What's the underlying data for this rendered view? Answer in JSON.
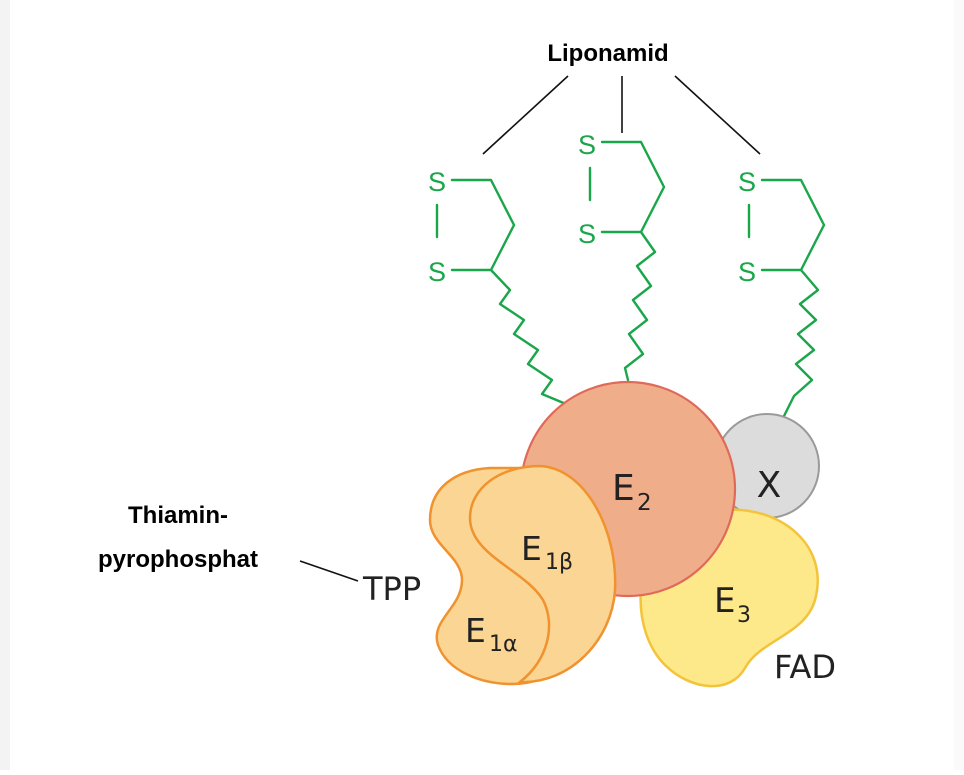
{
  "labels": {
    "lipoamide": "Liponamid",
    "thiamin_line1": "Thiamin-",
    "thiamin_line2": "pyrophosphat",
    "tpp": "TPP",
    "fad": "FAD"
  },
  "sulfur_symbol": "S",
  "subunits": {
    "e2": {
      "letter": "E",
      "sub": "2"
    },
    "x": {
      "letter": "X"
    },
    "e1b": {
      "letter": "E",
      "sub": "1β"
    },
    "e1a": {
      "letter": "E",
      "sub": "1α"
    },
    "e3": {
      "letter": "E",
      "sub": "3"
    }
  },
  "colors": {
    "lipoamide_green": "#1aa64a",
    "e2_fill": "#f0ad8a",
    "e2_stroke": "#e06a5a",
    "x_fill": "#dcdcdc",
    "x_stroke": "#9a9a9a",
    "e1_fill": "#fad594",
    "e1_stroke": "#f0922e",
    "e3_fill": "#fde88a",
    "e3_stroke": "#f3c43a"
  }
}
